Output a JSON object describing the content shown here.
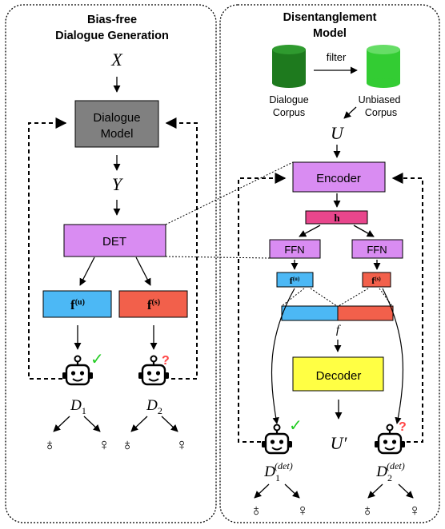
{
  "left_panel": {
    "title_line1": "Bias-free",
    "title_line2": "Dialogue Generation",
    "input": "X",
    "model_line1": "Dialogue",
    "model_line2": "Model",
    "output": "Y",
    "det": "DET",
    "fu_base": "f",
    "fu_sup": "(u)",
    "fs_base": "f",
    "fs_sup": "(s)",
    "d1_base": "D",
    "d1_sub": "1",
    "d2_base": "D",
    "d2_sub": "2",
    "check_mark": "✓",
    "question_mark": "?",
    "male_symbol": "♁",
    "female_symbol": "♀"
  },
  "right_panel": {
    "title_line1": "Disentanglement",
    "title_line2": "Model",
    "filter_label": "filter",
    "corpus1_line1": "Dialogue",
    "corpus1_line2": "Corpus",
    "corpus2_line1": "Unbiased",
    "corpus2_line2": "Corpus",
    "input": "U",
    "encoder": "Encoder",
    "h_label": "h",
    "ffn_left": "FFN",
    "ffn_right": "FFN",
    "fu_base": "f",
    "fu_sup": "(u)",
    "fs_base": "f",
    "fs_sup": "(s)",
    "f_label": "f",
    "decoder": "Decoder",
    "output": "U′",
    "d1_base": "D",
    "d1_sub": "1",
    "d1_sup": "(det)",
    "d2_base": "D",
    "d2_sub": "2",
    "d2_sup": "(det)",
    "check_mark": "✓",
    "question_mark": "?",
    "male_symbol": "♁",
    "female_symbol": "♀"
  },
  "colors": {
    "model_gray": "#808080",
    "det_purple": "#d98cf2",
    "fu_blue": "#4cb8f5",
    "fs_red": "#f2604b",
    "h_pink": "#e8468c",
    "decoder_yellow": "#ffff44",
    "corpus_dark_green": "#1e7a1e",
    "corpus_light_green": "#33cc33",
    "check_green": "#22cc22",
    "question_red": "#ff4444"
  }
}
